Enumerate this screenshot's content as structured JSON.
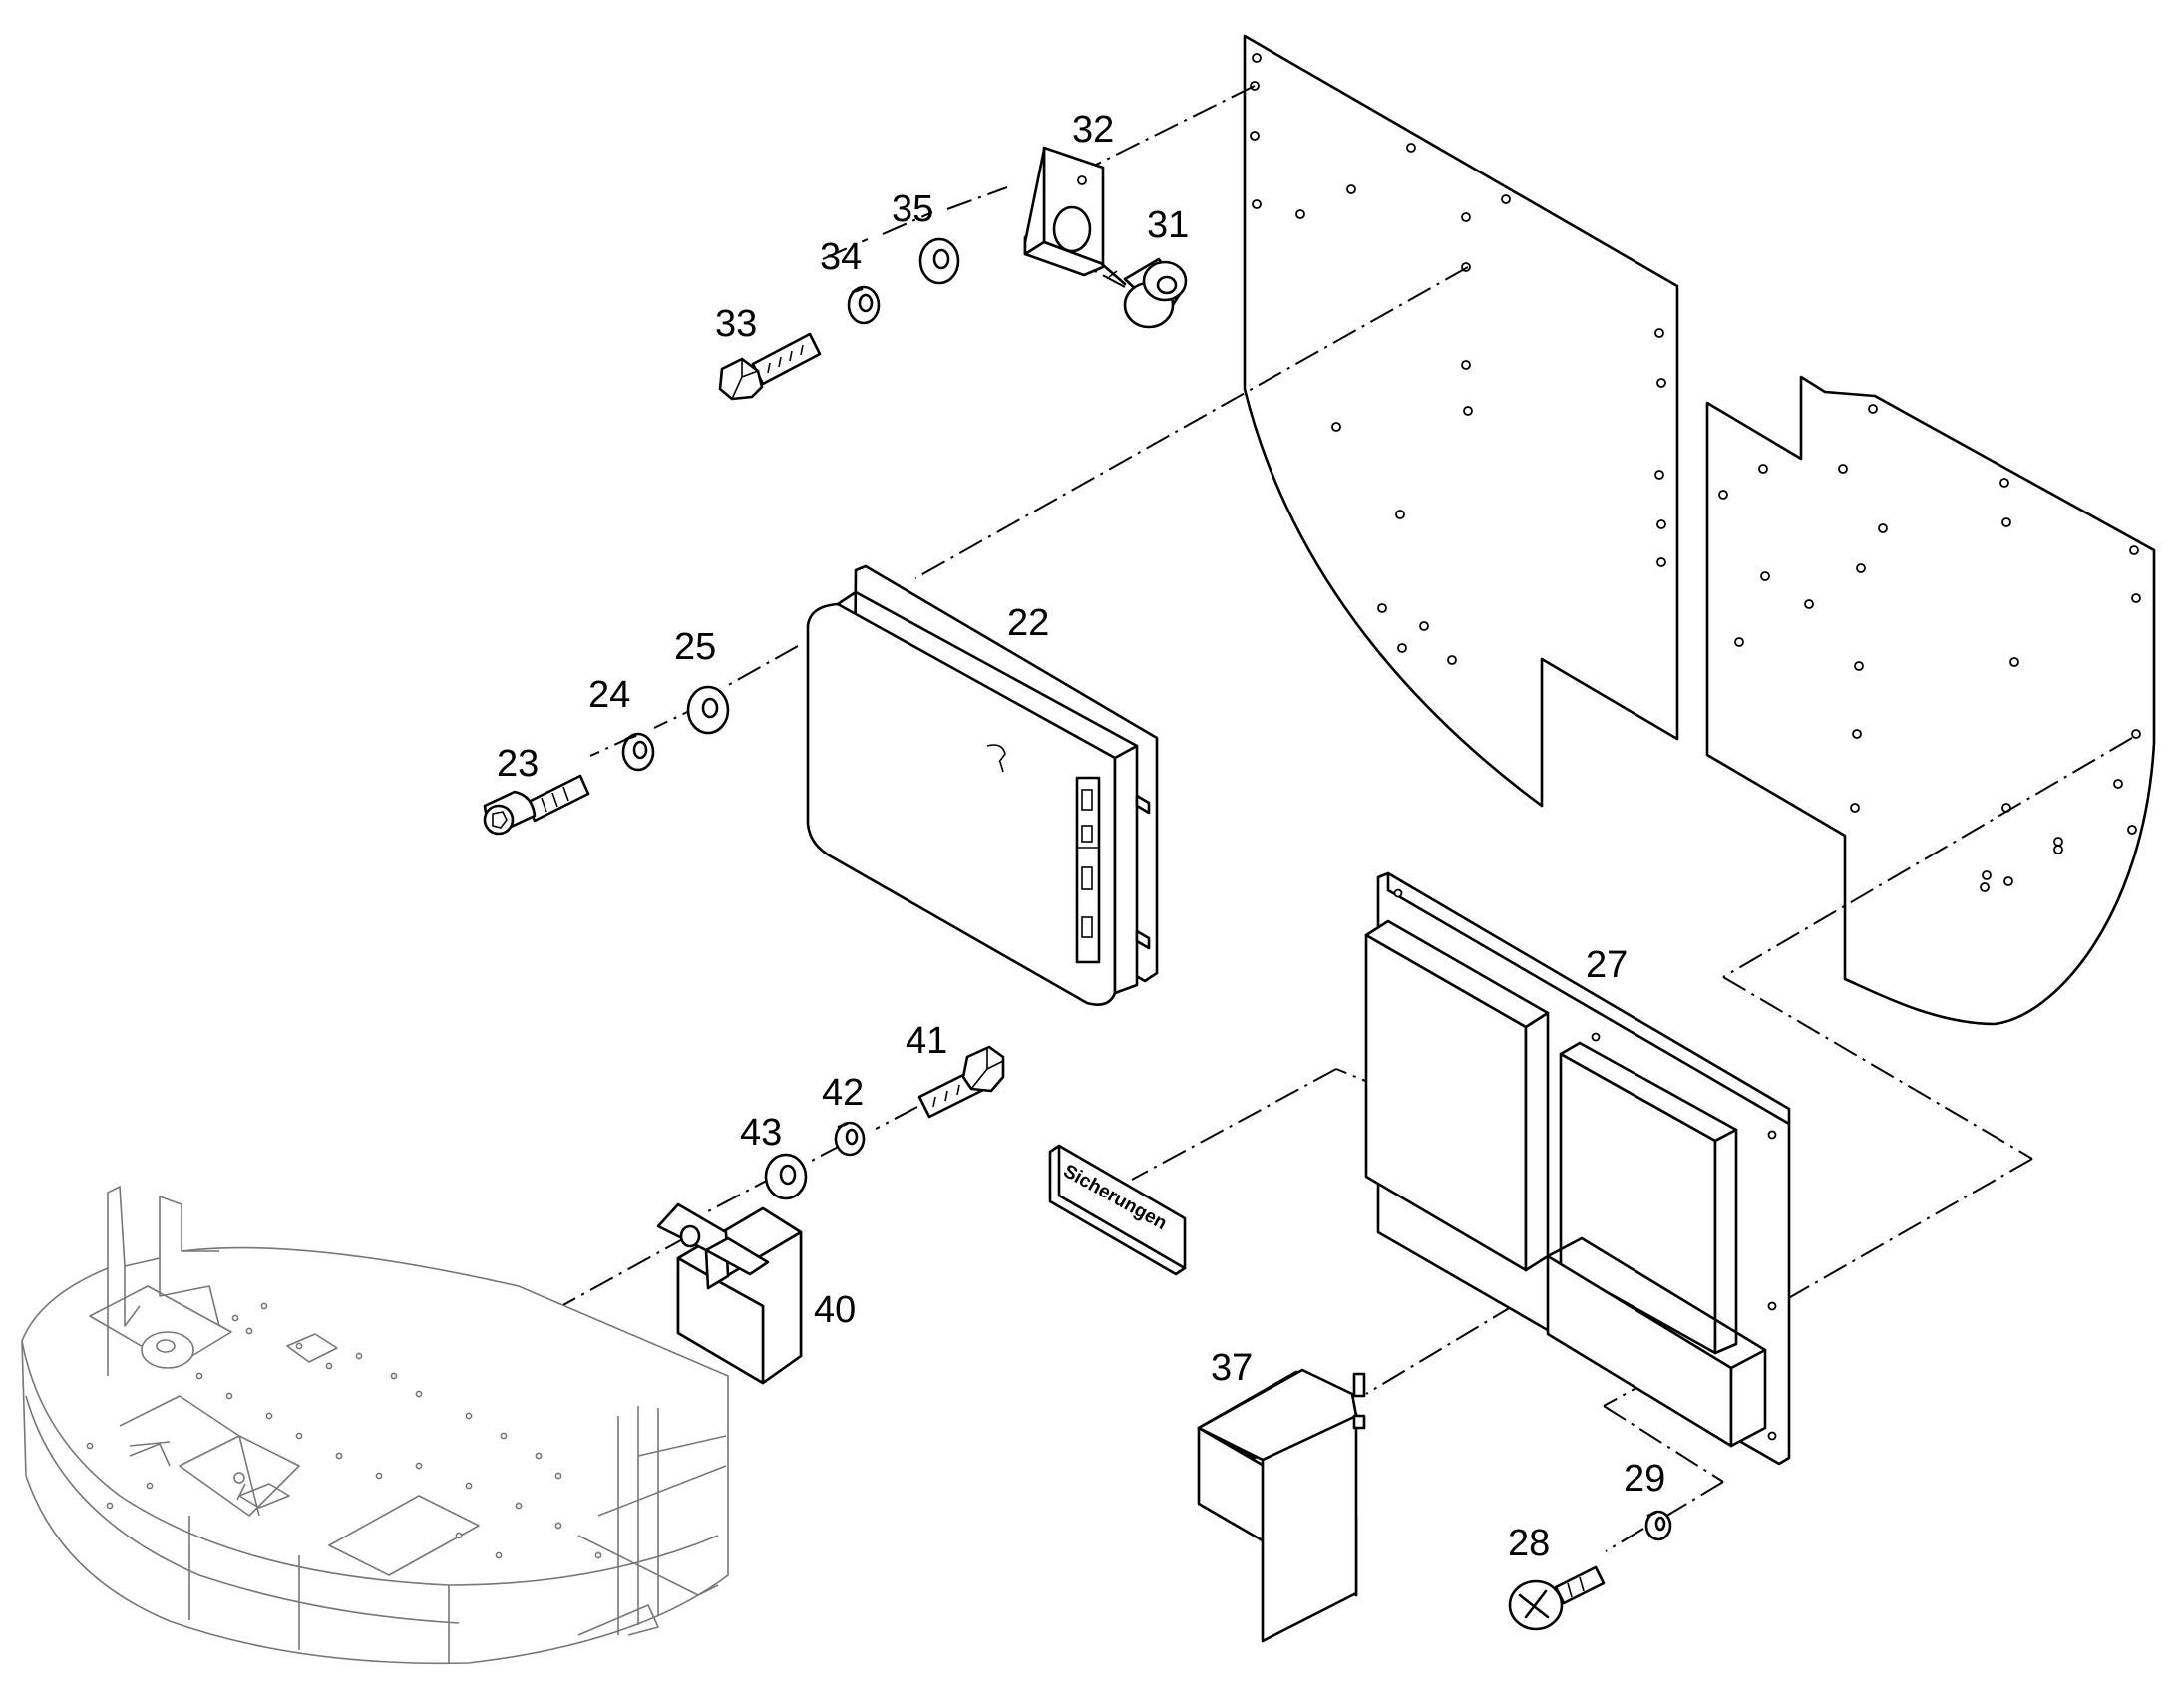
{
  "callouts": {
    "c22": "22",
    "c23": "23",
    "c24": "24",
    "c25": "25",
    "c27": "27",
    "c28": "28",
    "c29": "29",
    "c31": "31",
    "c32": "32",
    "c33": "33",
    "c34": "34",
    "c35": "35",
    "c37": "37",
    "c40": "40",
    "c41": "41",
    "c42": "42",
    "c43": "43"
  },
  "label_plate_text": "Sicherungen"
}
